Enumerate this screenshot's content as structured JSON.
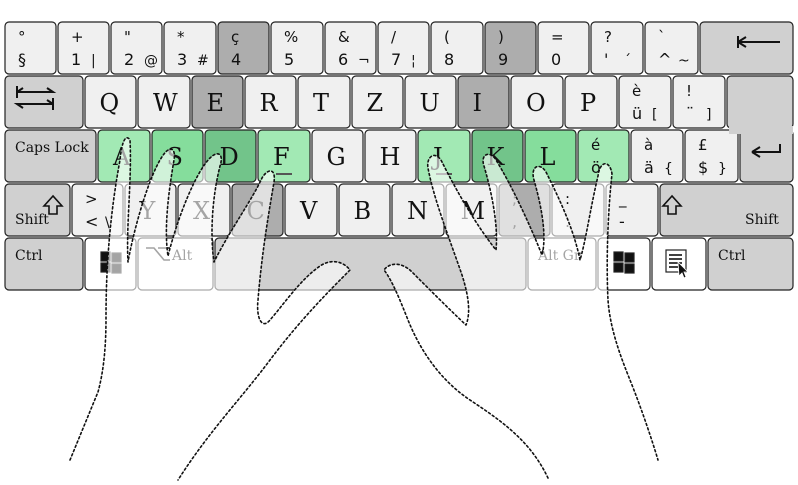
{
  "colors": {
    "light": "#f0f0f0",
    "mid": "#d0d0d0",
    "dark": "#adadad",
    "home_mint": "#a2e9b4",
    "home_green": "#85dd9c",
    "home_green_dark": "#72c48a",
    "white": "#ffffff",
    "accent_e_acute": "#1b8a3a"
  },
  "rows": [
    [
      {
        "id": "deg",
        "top": "°",
        "bot": "§",
        "color": "light"
      },
      {
        "id": "1",
        "top": "+",
        "bot": "1",
        "alt": "|",
        "color": "light"
      },
      {
        "id": "2",
        "top": "\"",
        "bot": "2",
        "alt": "@",
        "color": "light"
      },
      {
        "id": "3",
        "top": "*",
        "bot": "3",
        "alt": "#",
        "color": "light"
      },
      {
        "id": "4",
        "top": "ç",
        "bot": "4",
        "color": "dark"
      },
      {
        "id": "5",
        "top": "%",
        "bot": "5",
        "color": "light"
      },
      {
        "id": "6",
        "top": "&",
        "bot": "6",
        "alt": "¬",
        "color": "light"
      },
      {
        "id": "7",
        "top": "/",
        "bot": "7",
        "alt": "¦",
        "color": "light"
      },
      {
        "id": "8",
        "top": "(",
        "bot": "8",
        "color": "light"
      },
      {
        "id": "9",
        "top": ")",
        "bot": "9",
        "color": "dark"
      },
      {
        "id": "0",
        "top": "=",
        "bot": "0",
        "color": "light"
      },
      {
        "id": "apos",
        "top": "?",
        "bot": "'",
        "alt": "´",
        "color": "light"
      },
      {
        "id": "circ",
        "top": "`",
        "bot": "^",
        "alt": "~",
        "color": "light"
      },
      {
        "id": "backspace",
        "sym": "backspace",
        "color": "mid"
      }
    ],
    [
      {
        "id": "tab",
        "sym": "tab",
        "color": "mid"
      },
      {
        "id": "q",
        "big": "Q",
        "color": "light"
      },
      {
        "id": "w",
        "big": "W",
        "color": "light"
      },
      {
        "id": "e",
        "big": "E",
        "color": "dark"
      },
      {
        "id": "r",
        "big": "R",
        "color": "light"
      },
      {
        "id": "t",
        "big": "T",
        "color": "light"
      },
      {
        "id": "z",
        "big": "Z",
        "color": "light"
      },
      {
        "id": "u",
        "big": "U",
        "color": "light"
      },
      {
        "id": "i",
        "big": "I",
        "color": "dark"
      },
      {
        "id": "o",
        "big": "O",
        "color": "light"
      },
      {
        "id": "p",
        "big": "P",
        "color": "light"
      },
      {
        "id": "egrave",
        "top": "è",
        "bot": "ü",
        "alt": "[",
        "color": "light"
      },
      {
        "id": "diaeresis",
        "top": "!",
        "bot": "¨",
        "alt": "]",
        "color": "light"
      },
      {
        "id": "enter-top",
        "color": "mid"
      }
    ],
    [
      {
        "id": "capslock",
        "label": "Caps Lock",
        "color": "mid"
      },
      {
        "id": "a",
        "big": "A",
        "color": "home_mint"
      },
      {
        "id": "s",
        "big": "S",
        "color": "home_green"
      },
      {
        "id": "d",
        "big": "D",
        "color": "home_green_dark"
      },
      {
        "id": "f",
        "big": "F",
        "color": "home_mint",
        "bump": true
      },
      {
        "id": "g",
        "big": "G",
        "color": "light"
      },
      {
        "id": "h",
        "big": "H",
        "color": "light"
      },
      {
        "id": "j",
        "big": "J",
        "color": "home_mint",
        "bump": true
      },
      {
        "id": "k",
        "big": "K",
        "color": "home_green_dark"
      },
      {
        "id": "l",
        "big": "L",
        "color": "home_green"
      },
      {
        "id": "eacute",
        "top": "é",
        "bot": "ö",
        "color": "home_mint",
        "accent": true
      },
      {
        "id": "agrave",
        "top": "à",
        "bot": "ä",
        "alt": "{",
        "color": "light"
      },
      {
        "id": "pound",
        "top": "£",
        "bot": "$",
        "alt": "}",
        "color": "light"
      },
      {
        "id": "enter",
        "sym": "enter",
        "color": "mid"
      }
    ],
    [
      {
        "id": "lshift",
        "label": "Shift",
        "sym": "shift",
        "color": "mid"
      },
      {
        "id": "angle",
        "top": ">",
        "bot": "<",
        "alt": "\\",
        "color": "light"
      },
      {
        "id": "y",
        "big": "Y",
        "color": "light"
      },
      {
        "id": "x",
        "big": "X",
        "color": "light"
      },
      {
        "id": "c",
        "big": "C",
        "color": "dark"
      },
      {
        "id": "v",
        "big": "V",
        "color": "light"
      },
      {
        "id": "b",
        "big": "B",
        "color": "light"
      },
      {
        "id": "n",
        "big": "N",
        "color": "light"
      },
      {
        "id": "m",
        "big": "M",
        "color": "light"
      },
      {
        "id": "comma",
        "top": ";",
        "bot": ",",
        "color": "dark"
      },
      {
        "id": "period",
        "top": ":",
        "bot": ".",
        "color": "light"
      },
      {
        "id": "minus",
        "top": "_",
        "bot": "-",
        "color": "light"
      },
      {
        "id": "rshift",
        "label": "Shift",
        "sym": "shift",
        "color": "mid"
      }
    ],
    [
      {
        "id": "lctrl",
        "label": "Ctrl",
        "color": "mid"
      },
      {
        "id": "lwin",
        "sym": "win",
        "color": "white"
      },
      {
        "id": "alt",
        "label": "Alt",
        "sym": "alt",
        "color": "white"
      },
      {
        "id": "space",
        "color": "mid"
      },
      {
        "id": "altgr",
        "label": "Alt Gr",
        "color": "white"
      },
      {
        "id": "rwin",
        "sym": "win",
        "color": "white"
      },
      {
        "id": "menu",
        "sym": "menu",
        "color": "white"
      },
      {
        "id": "rctrl",
        "label": "Ctrl",
        "color": "mid"
      }
    ]
  ]
}
